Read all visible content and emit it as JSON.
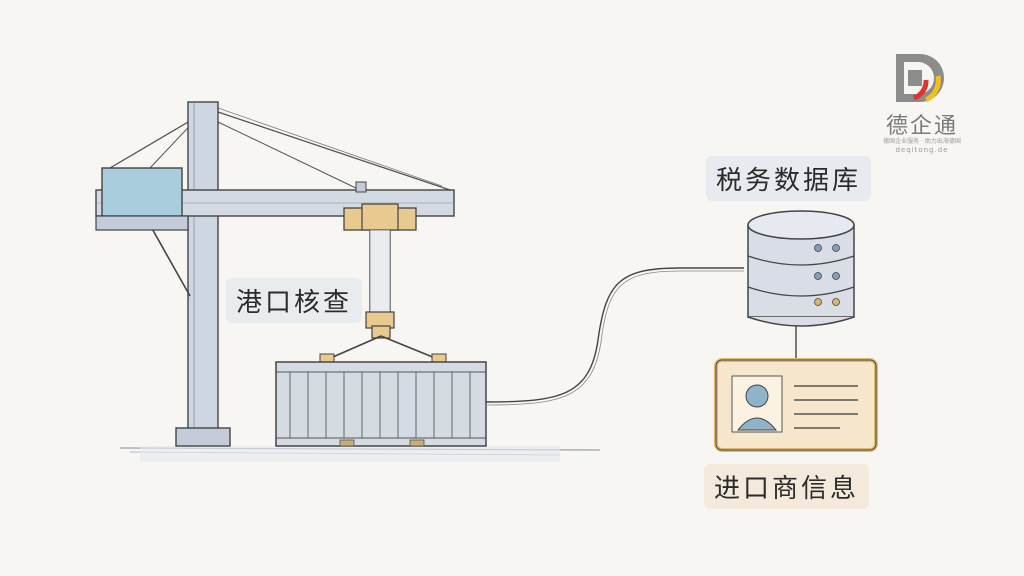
{
  "labels": {
    "port_inspection": "港口核查",
    "tax_database": "税务数据库",
    "importer_info": "进口商信息"
  },
  "logo": {
    "name": "德企通",
    "tagline": "德国企业服务 · 助力出海德国",
    "domain": "deqitong.de"
  },
  "colors": {
    "crane": "#c9d2df",
    "container": "#d4dbe3",
    "crane_box": "#a9cddd",
    "spreader": "#e8c98e",
    "database": "#d9dee6",
    "card": "#f5e6cc",
    "card_border": "#e0b86b",
    "avatar": "#8fb4c9",
    "db_dot_blue": "#7f9fbf",
    "db_dot_gold": "#d8b866"
  },
  "icons": [
    "port-crane-icon",
    "shipping-container-icon",
    "database-icon",
    "id-card-icon",
    "person-avatar-icon"
  ]
}
